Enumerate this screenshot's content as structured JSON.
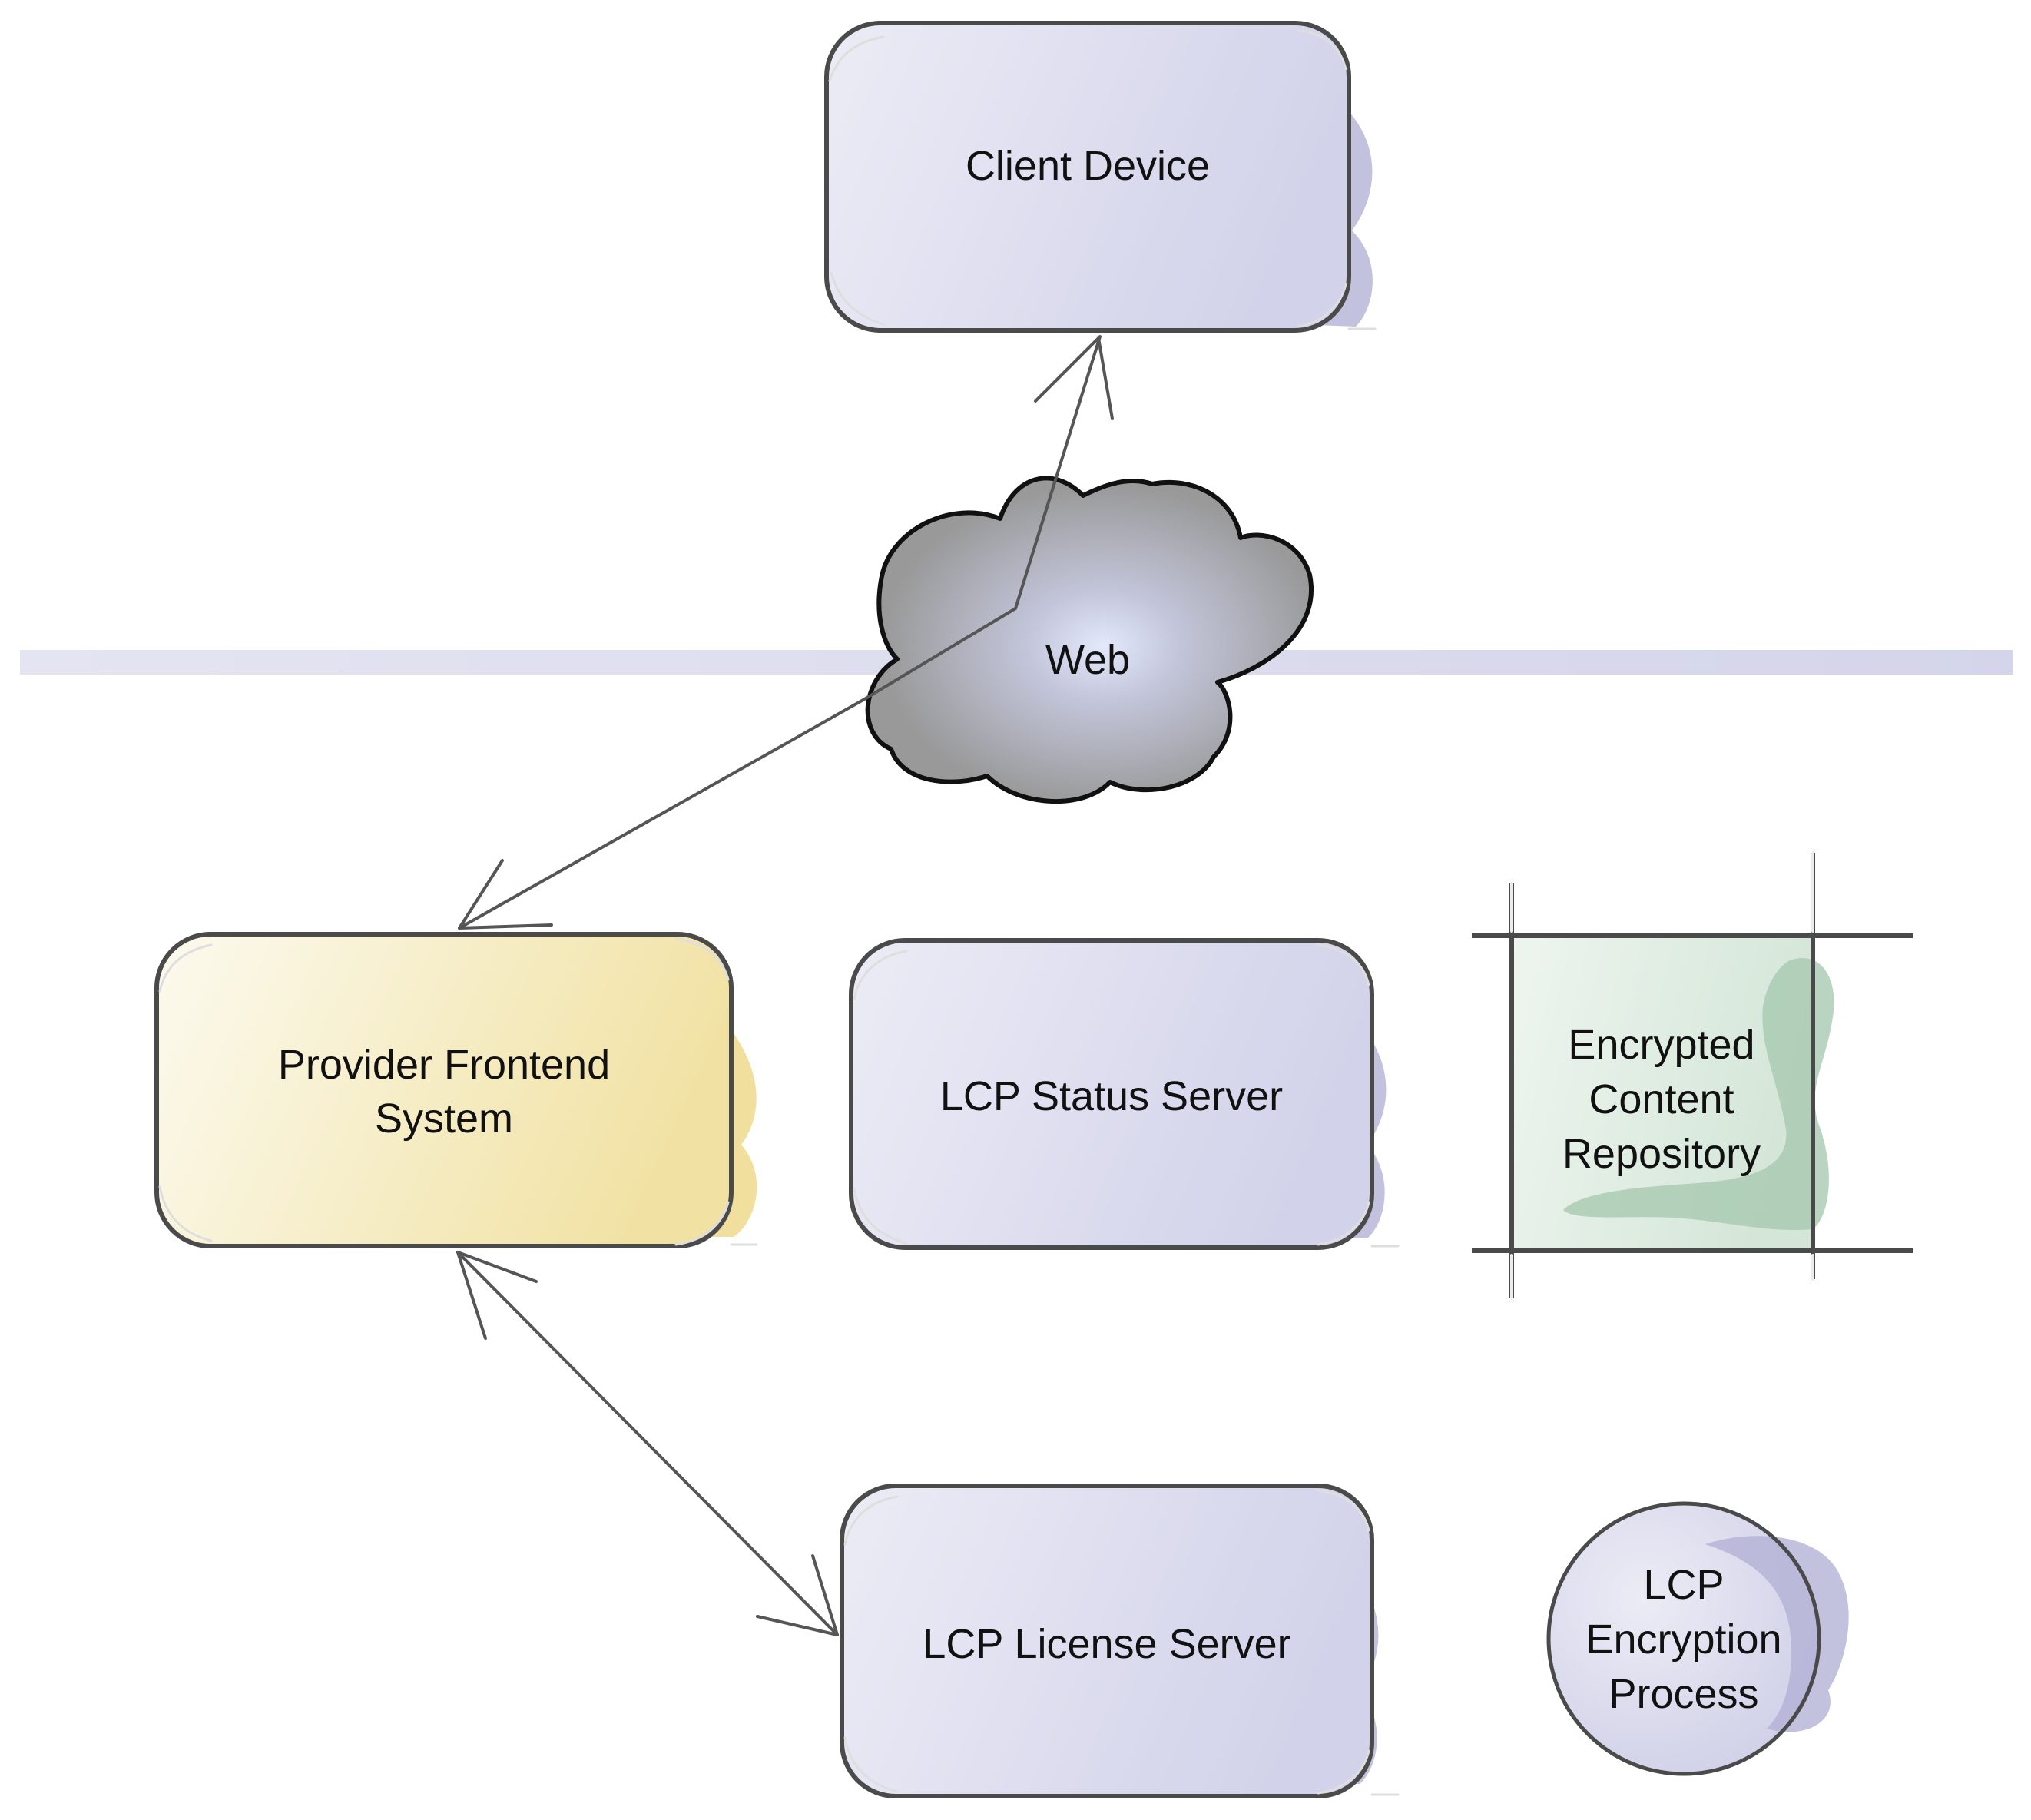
{
  "nodes": {
    "client_device": {
      "label": "Client Device"
    },
    "web": {
      "label": "Web"
    },
    "provider_frontend": {
      "label_line1": "Provider Frontend",
      "label_line2": "System"
    },
    "lcp_status_server": {
      "label": "LCP Status Server"
    },
    "encrypted_content_repository": {
      "label_line1": "Encrypted",
      "label_line2": "Content",
      "label_line3": "Repository"
    },
    "lcp_license_server": {
      "label": "LCP License Server"
    },
    "lcp_encryption_process": {
      "label_line1": "LCP",
      "label_line2": "Encryption",
      "label_line3": "Process"
    }
  },
  "colors": {
    "server_fill": "#dcdcf0",
    "server_shade": "#b3b2d6",
    "frontend_fill": "#f4e6ae",
    "frontend_shade": "#ecd47c",
    "repository_fill": "#dcebe0",
    "repository_shade": "#a8c9b0",
    "cloud_fill": "#9a9a9a",
    "cloud_glow": "#e2e6fa",
    "boundary_band": "#dcddee",
    "connector": "#555555"
  },
  "connections": [
    {
      "from": "web",
      "to": "client_device",
      "arrow": "end"
    },
    {
      "from": "web",
      "to": "provider_frontend",
      "arrow": "end"
    },
    {
      "from": "provider_frontend",
      "to": "lcp_license_server",
      "arrow": "both"
    }
  ]
}
